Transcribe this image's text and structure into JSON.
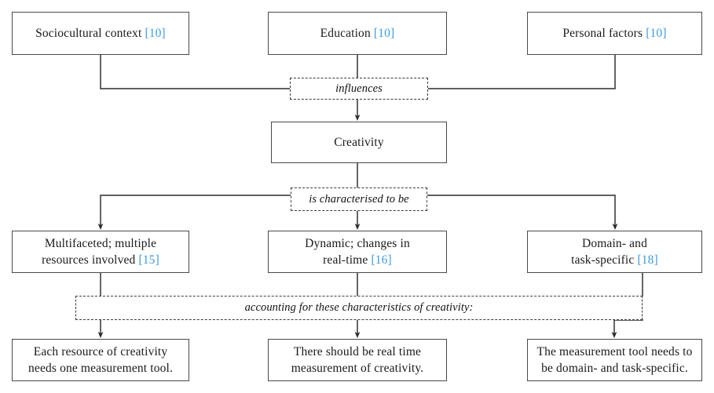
{
  "diagram": {
    "title": "Creativity characteristics and measurement implications flowchart",
    "accent_ref_color": "#3d9bdc",
    "line_color": "#4a4a4a",
    "row1": [
      {
        "id": "sociocultural-context",
        "text": "Sociocultural  context ",
        "ref": "[10]"
      },
      {
        "id": "education",
        "text": "Education ",
        "ref": "[10]"
      },
      {
        "id": "personal-factors",
        "text": "Personal  factors ",
        "ref": "[10]"
      }
    ],
    "connector1": {
      "id": "influences",
      "text": "influences"
    },
    "row2": [
      {
        "id": "creativity",
        "text": "Creativity",
        "ref": ""
      }
    ],
    "connector2": {
      "id": "is-characterised-to-be",
      "text": "is characterised to be"
    },
    "row3": [
      {
        "id": "multifaceted",
        "line1": "Multifaceted;  multiple",
        "line2": "resources  involved ",
        "ref": "[15]"
      },
      {
        "id": "dynamic",
        "line1": "Dynamic;  changes  in",
        "line2": "real-time ",
        "ref": "[16]"
      },
      {
        "id": "domain-task-specific",
        "line1": "Domain-  and",
        "line2": "task-specific ",
        "ref": "[18]"
      }
    ],
    "connector3": {
      "id": "accounting-for-characteristics",
      "text": "accounting for these characteristics of creativity:"
    },
    "row4": [
      {
        "id": "one-measurement-tool",
        "line1": "Each resource of creativity",
        "line2": "needs one measurement  tool."
      },
      {
        "id": "real-time-measurement",
        "line1": "There should be real time",
        "line2": "measurement  of creativity."
      },
      {
        "id": "domain-task-specific-tool",
        "line1": "The measurement  tool needs to",
        "line2": "be domain-  and task-specific."
      }
    ]
  }
}
